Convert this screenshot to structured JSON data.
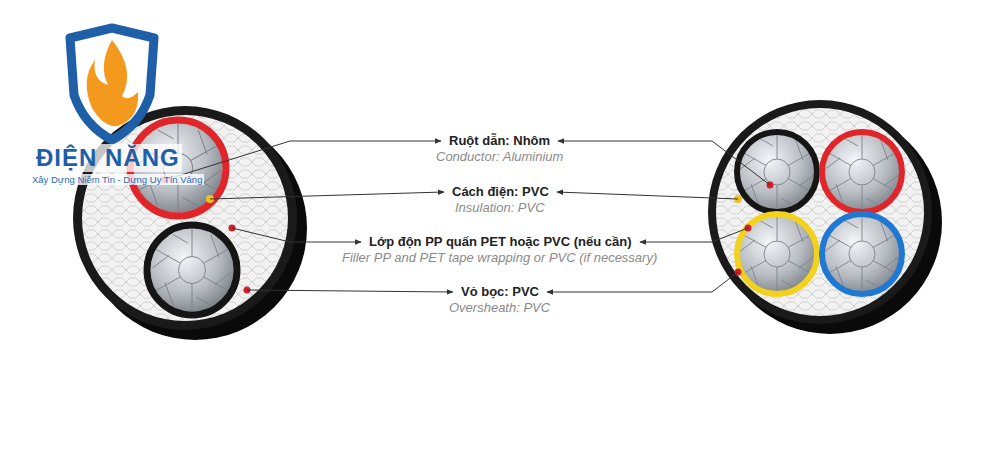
{
  "diagram": {
    "labels": [
      "Ruột dẫn: Nhôm",
      "Conductor: Aluminium",
      "Cách điện: PVC",
      "Insulation: PVC",
      "Lớp độn PP quấn PET hoặc PVC (nếu cần)",
      "Filler PP and PET tape wrapping or PVC (if necessary)",
      "Vỏ bọc: PVC",
      "Oversheath: PVC",
      "ĐIỆN NĂNG",
      "Xây Dựng Niềm Tin - Dựng Uy Tín Vàng"
    ]
  }
}
